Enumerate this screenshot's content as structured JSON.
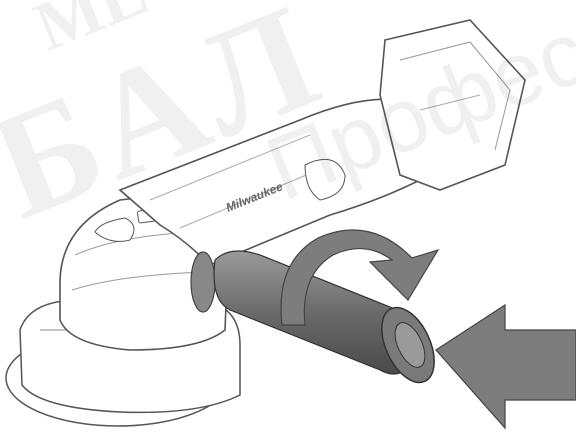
{
  "figure": {
    "description_colors": {
      "outline": "#555555",
      "body": "#ffffff",
      "handle": "#6f6f6f",
      "arrow": "#808080",
      "watermark": "#d8d8d8"
    }
  },
  "labels": {
    "brand_on_tool": "Milwaukee",
    "watermark_line1": "МЕ",
    "watermark_line2": "БАЛ",
    "watermark_line3": "Профес"
  }
}
